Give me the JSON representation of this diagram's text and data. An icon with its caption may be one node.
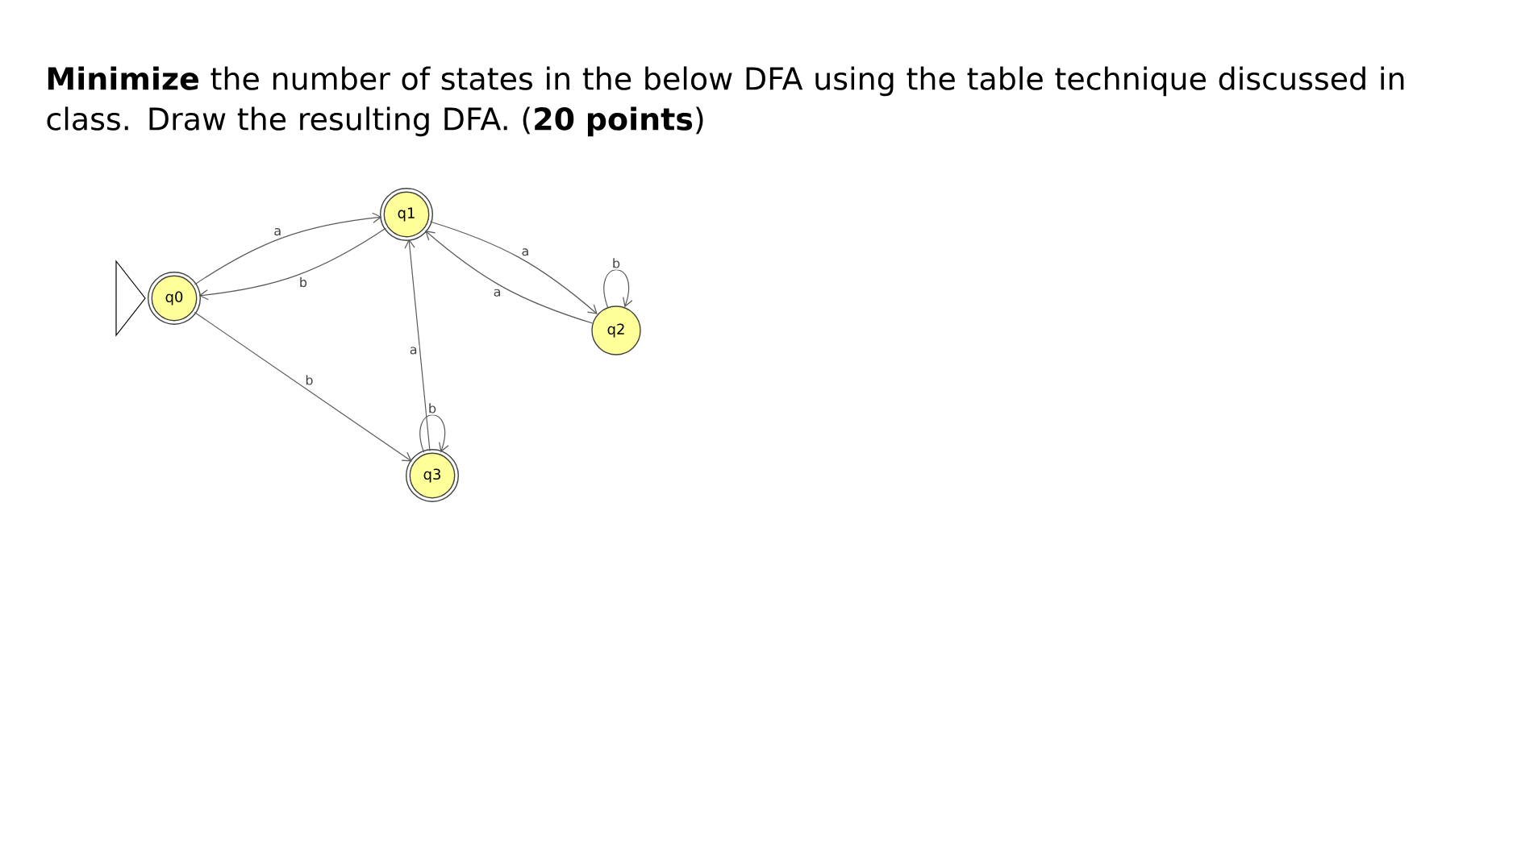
{
  "diagram": {
    "title": "**Minimize** the number of states in the below DFA using the table technique discussed in class.  Draw the resulting DFA.  (**20 points**)",
    "nodes": [
      {
        "text": [
          "q0"
        ]
      },
      {
        "text": [
          "q1"
        ]
      },
      {
        "text": [
          "q2"
        ]
      },
      {
        "text": [
          "q3"
        ]
      }
    ],
    "edges": [
      {
        "from": 0,
        "to": 1,
        "arrow": "to",
        "label": "a"
      },
      {
        "from": 1,
        "to": 0,
        "arrow": "to",
        "label": "b"
      },
      {
        "from": 0,
        "to": 3,
        "arrow": "to",
        "label": "b"
      },
      {
        "from": 3,
        "to": 1,
        "arrow": "to",
        "label": "a"
      },
      {
        "from": 1,
        "to": 2,
        "arrow": "to",
        "label": "a"
      },
      {
        "from": 2,
        "to": 1,
        "arrow": "to",
        "label": "a"
      },
      {
        "from": 2,
        "to": 2,
        "arrow": "to",
        "label": "b"
      },
      {
        "from": 3,
        "to": 3,
        "arrow": "to",
        "label": "b"
      }
    ]
  }
}
